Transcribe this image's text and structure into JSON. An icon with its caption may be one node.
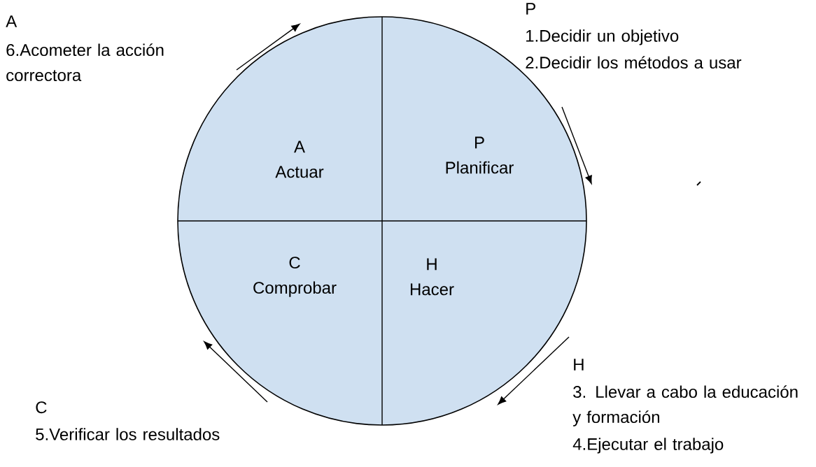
{
  "diagram": {
    "nodes": [
      {
        "text": [
          "A",
          "Actuar"
        ]
      },
      {
        "text": [
          "P",
          "Planificar"
        ]
      },
      {
        "text": [
          "C",
          "Comprobar"
        ]
      },
      {
        "text": [
          "H",
          "Hacer"
        ]
      }
    ],
    "labels": [
      "A",
      "6.Acometer la acción correctora",
      "P",
      "1.Decidir un objetivo",
      "2.Decidir los métodos a usar",
      "H",
      "3. Llevar a cabo la educación y formación",
      "4.Ejecutar el trabajo",
      "C",
      "5.Verificar los resultados"
    ]
  }
}
